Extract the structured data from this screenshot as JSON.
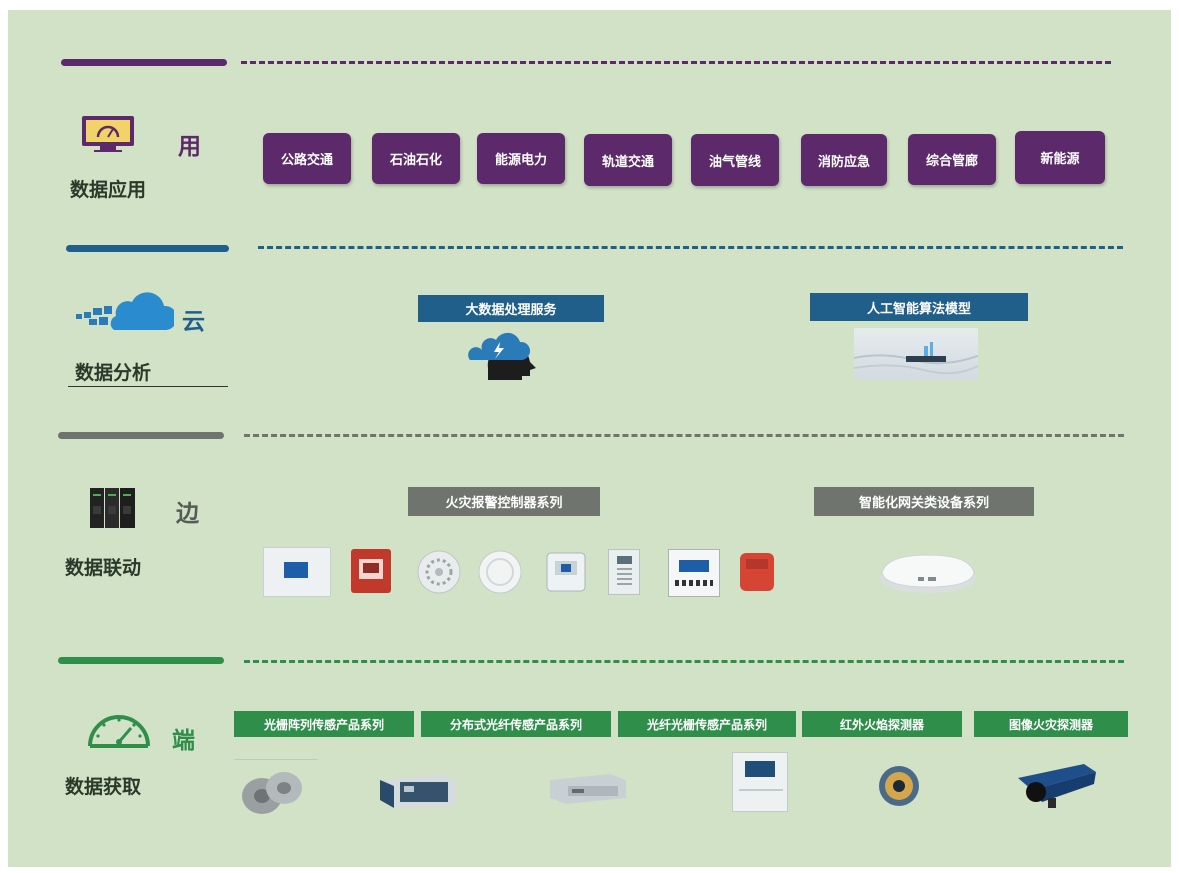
{
  "sections": {
    "app": {
      "char": "用",
      "title": "数据应用",
      "color": "#5c2a6a"
    },
    "cloud": {
      "char": "云",
      "title": "数据分析",
      "color": "#1f5f8a"
    },
    "edge": {
      "char": "边",
      "title": "数据联动",
      "color": "#6f756e"
    },
    "end": {
      "char": "端",
      "title": "数据获取",
      "color": "#2f8f4a"
    }
  },
  "applications": [
    "公路交通",
    "石油石化",
    "能源电力",
    "轨道交通",
    "油气管线",
    "消防应急",
    "综合管廊",
    "新能源"
  ],
  "cloud_items": [
    "大数据处理服务",
    "人工智能算法模型"
  ],
  "edge_items": [
    "火灾报警控制器系列",
    "智能化网关类设备系列"
  ],
  "end_items": [
    "光栅阵列传感产品系列",
    "分布式光纤传感产品系列",
    "光纤光栅传感产品系列",
    "红外火焰探测器",
    "图像火灾探测器"
  ],
  "icons": {
    "app": "monitor-gauge-icon",
    "cloud": "cloud-icon",
    "edge": "server-rack-icon",
    "end": "speedometer-icon",
    "ai_brain": "cloud-brain-icon"
  }
}
